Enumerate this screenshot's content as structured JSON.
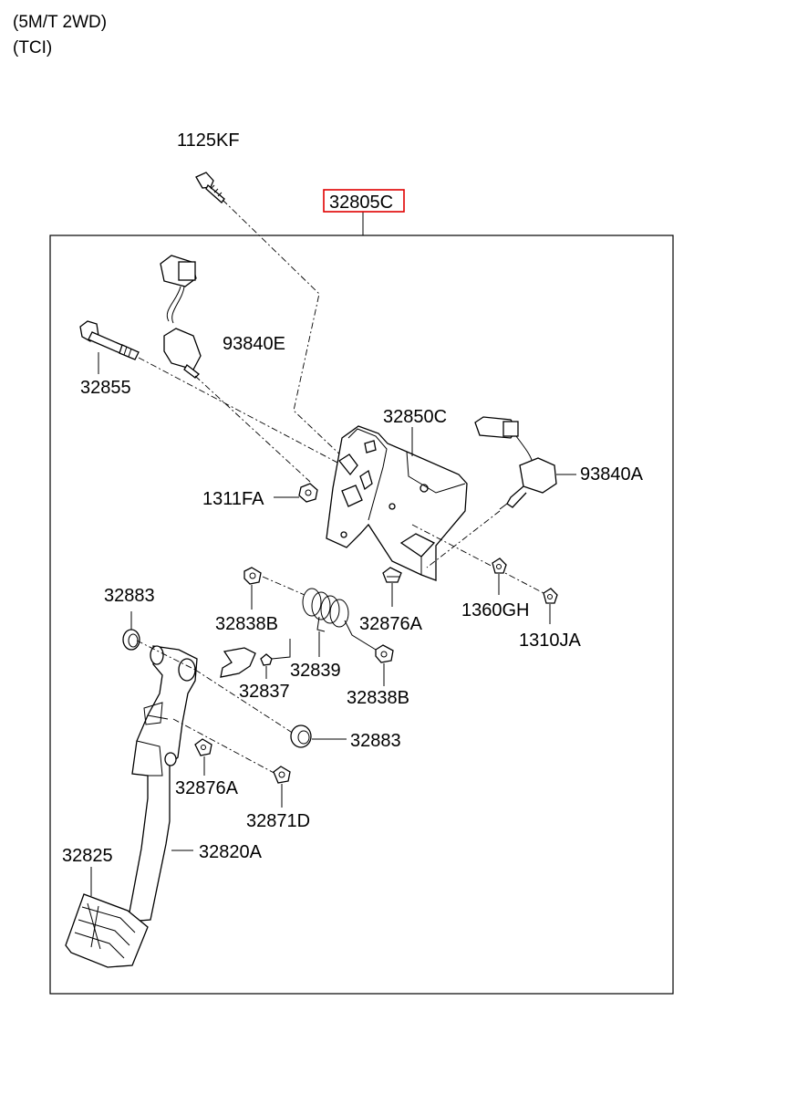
{
  "header": {
    "line1": "(5M/T 2WD)",
    "line2": "(TCI)"
  },
  "assembly_label": "32805C",
  "highlight_color": "#e00000",
  "parts": {
    "p1125KF": "1125KF",
    "p93840E": "93840E",
    "p32855": "32855",
    "p32850C": "32850C",
    "p93840A": "93840A",
    "p1311FA": "1311FA",
    "p32883_top": "32883",
    "p32838B_top": "32838B",
    "p32876A_top": "32876A",
    "p1360GH": "1360GH",
    "p1310JA": "1310JA",
    "p32839": "32839",
    "p32837": "32837",
    "p32838B_bottom": "32838B",
    "p32883_bottom": "32883",
    "p32876A_bottom": "32876A",
    "p32871D": "32871D",
    "p32825": "32825",
    "p32820A": "32820A"
  }
}
